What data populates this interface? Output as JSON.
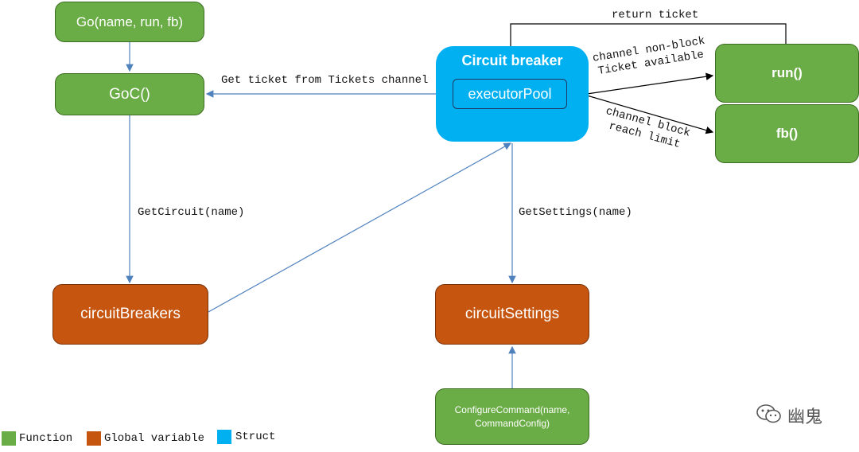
{
  "nodes": {
    "go": "Go(name, run, fb)",
    "goc": "GoC()",
    "breakers": "circuitBreakers",
    "settings": "circuitSettings",
    "configure": "ConfigureCommand(name, CommandConfig)",
    "circuit_breaker": "Circuit breaker",
    "executor_pool": "executorPool",
    "run": "run()",
    "fb": "fb()"
  },
  "edges": {
    "get_ticket": "Get ticket from Tickets channel",
    "get_circuit": "GetCircuit(name)",
    "get_settings": "GetSettings(name)",
    "return_ticket": "return ticket",
    "nonblock_1": "channel non-block",
    "nonblock_2": "Ticket available",
    "block_1": "channel block",
    "block_2": "reach limit"
  },
  "legend": {
    "function": "Function",
    "global": "Global variable",
    "struct": "Struct"
  },
  "watermark": "幽鬼",
  "colors": {
    "function": "#6aac45",
    "global": "#c5550f",
    "struct": "#00b0f0",
    "edge": "#4f81bd"
  }
}
